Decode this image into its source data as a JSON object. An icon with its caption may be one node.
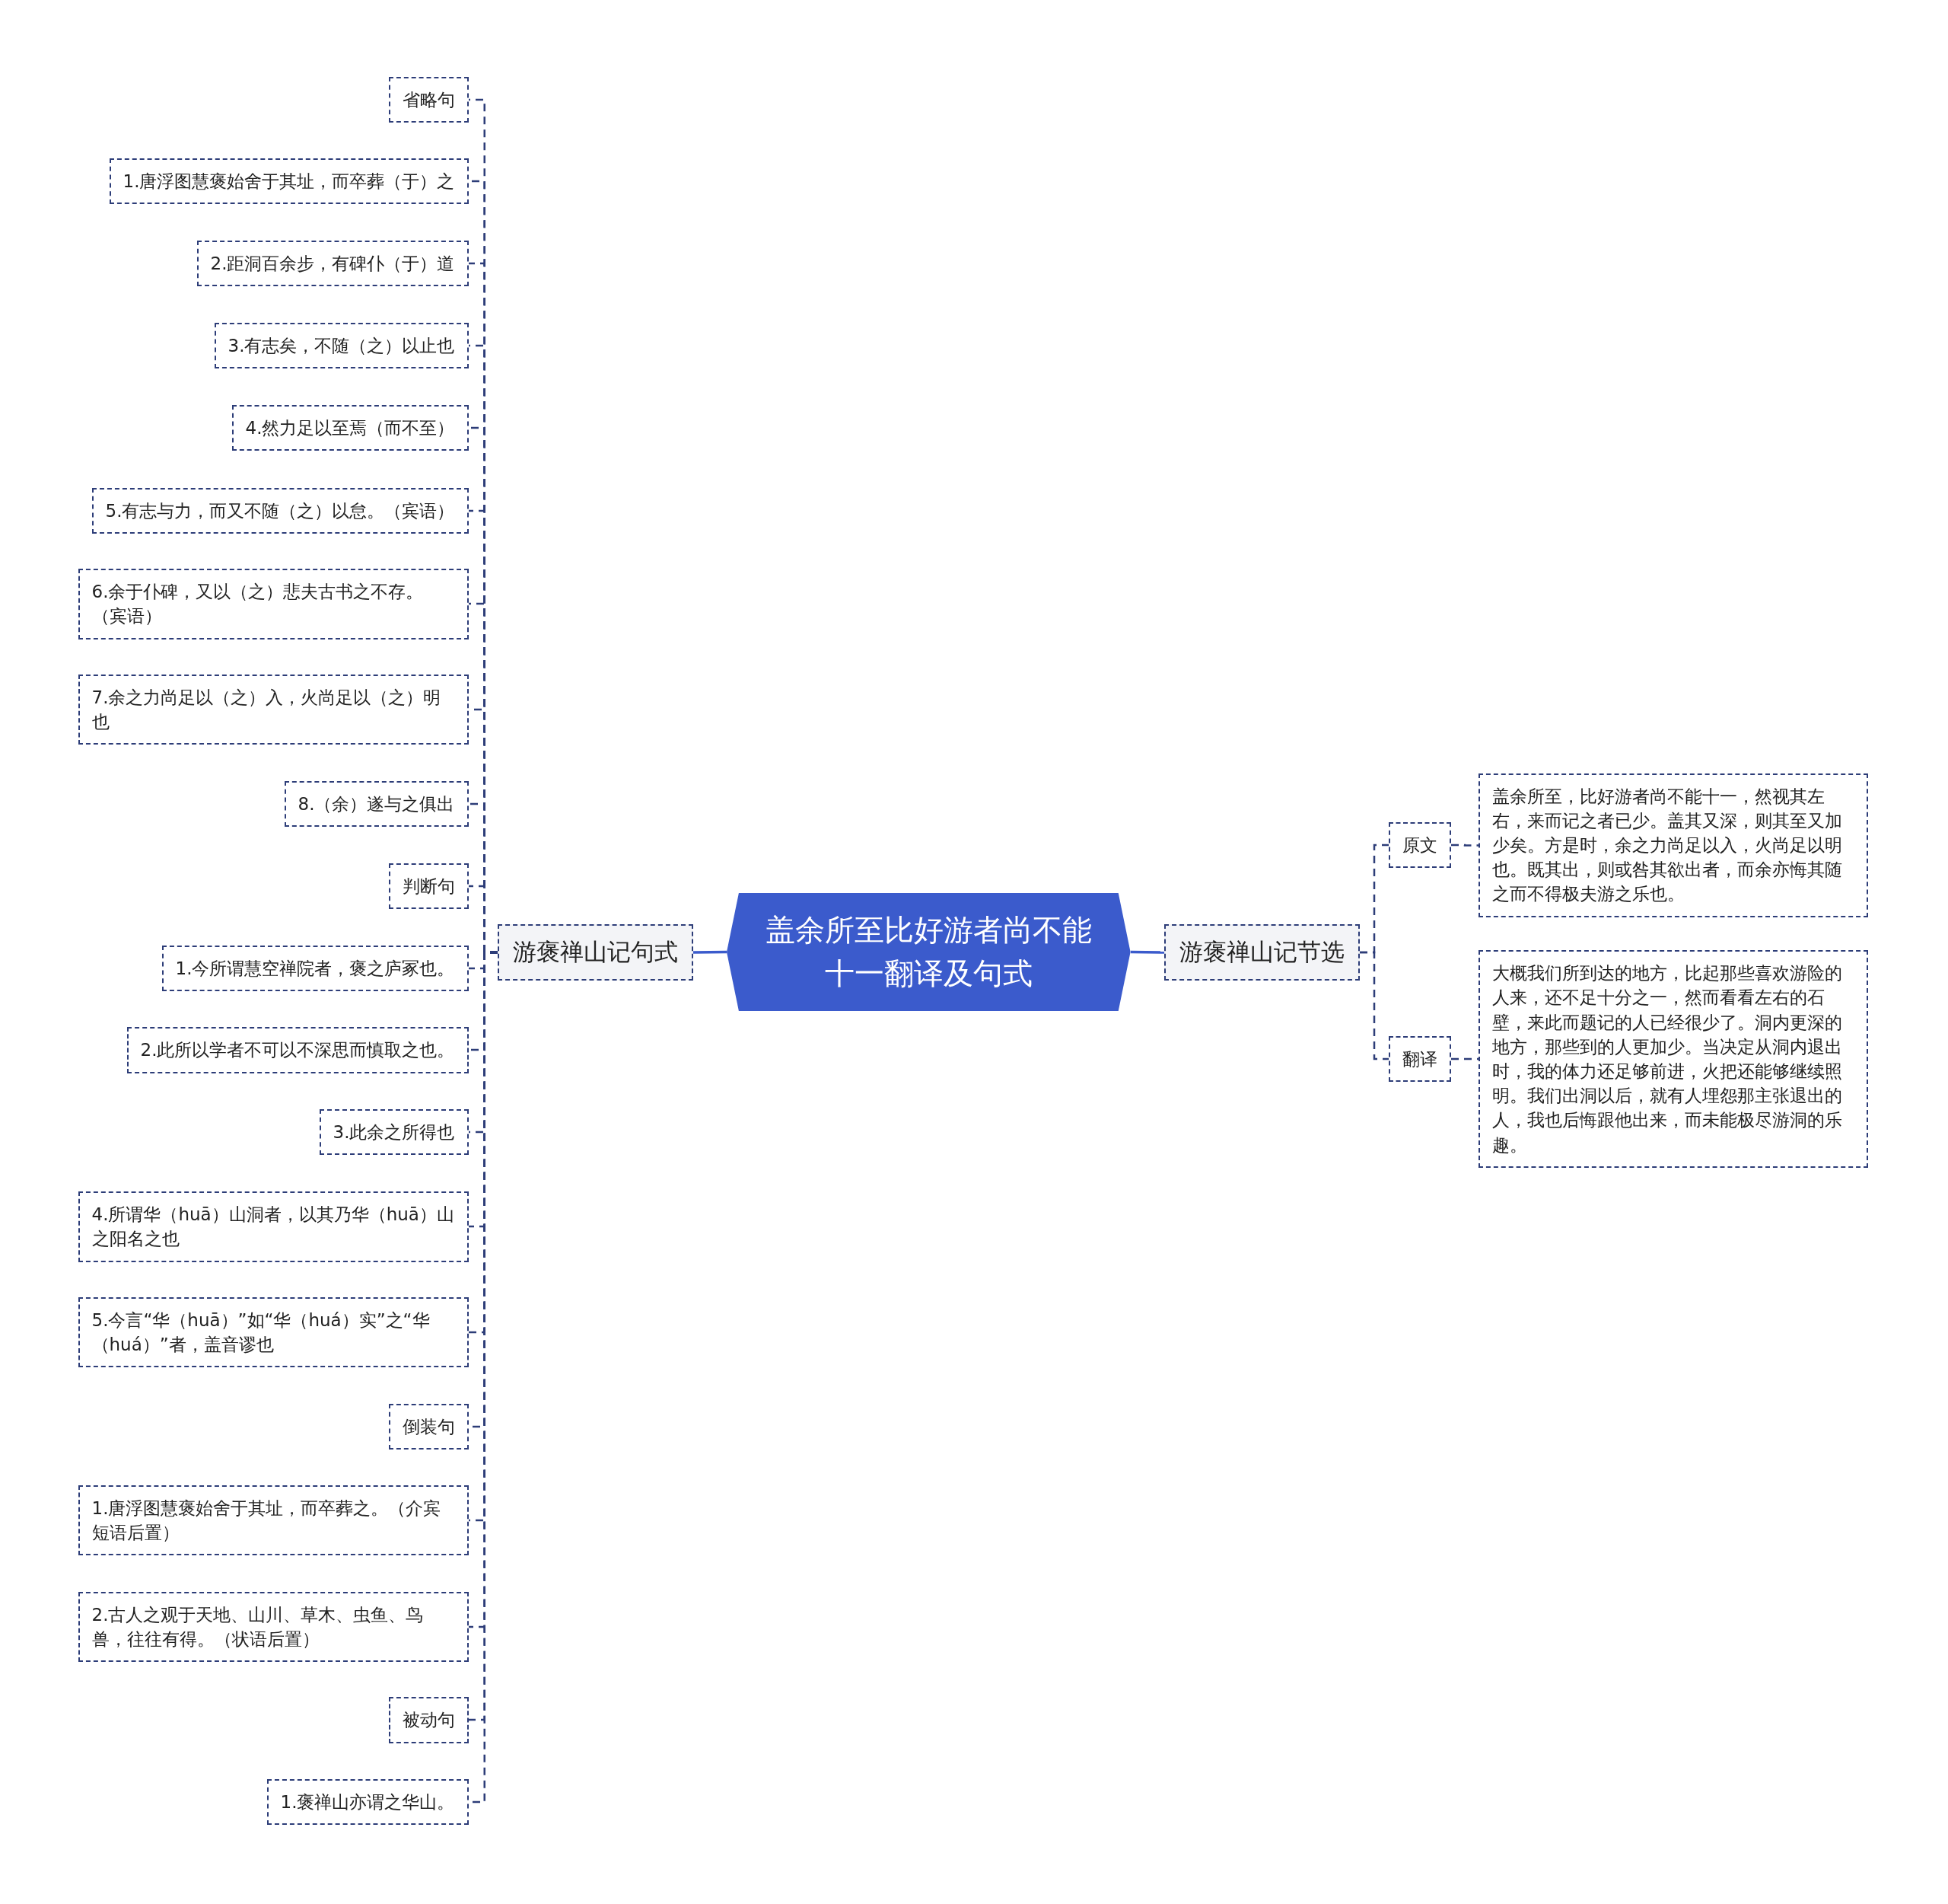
{
  "diagram": {
    "nodes": [
      {
        "text": [
          "盖余所至比好游者尚不能十一翻译及句式"
        ]
      },
      {
        "text": [
          "游褒禅山记句式"
        ]
      },
      {
        "text": [
          "游褒禅山记节选"
        ]
      },
      {
        "text": [
          "原文"
        ]
      },
      {
        "text": [
          "盖余所至，比好游者尚不能十一，然视其左右，来而记之者已少。盖其又深，则其至又加少矣。方是时，余之力尚足以入，火尚足以明也。既其出，则或咎其欲出者，而余亦悔其随之而不得极夫游之乐也。"
        ]
      },
      {
        "text": [
          "翻译"
        ]
      },
      {
        "text": [
          "大概我们所到达的地方，比起那些喜欢游险的人来，还不足十分之一，然而看看左右的石壁，来此而题记的人已经很少了。洞内更深的地方，那些到的人更加少。当决定从洞内退出时，我的体力还足够前进，火把还能够继续照明。我们出洞以后，就有人埋怨那主张退出的人，我也后悔跟他出来，而未能极尽游洞的乐趣。"
        ]
      },
      {
        "text": [
          "省略句"
        ]
      },
      {
        "text": [
          "1.唐浮图慧褒始舍于其址，而卒葬（于）之"
        ]
      },
      {
        "text": [
          "2.距洞百余步，有碑仆（于）道"
        ]
      },
      {
        "text": [
          "3.有志矣，不随（之）以止也"
        ]
      },
      {
        "text": [
          "4.然力足以至焉（而不至）"
        ]
      },
      {
        "text": [
          "5.有志与力，而又不随（之）以怠。（宾语）"
        ]
      },
      {
        "text": [
          "6.余于仆碑，又以（之）悲夫古书之不存。（宾语）"
        ]
      },
      {
        "text": [
          "7.余之力尚足以（之）入，火尚足以（之）明也"
        ]
      },
      {
        "text": [
          "8.（余）遂与之俱出"
        ]
      },
      {
        "text": [
          "判断句"
        ]
      },
      {
        "text": [
          "1.今所谓慧空禅院者，褒之庐冢也。"
        ]
      },
      {
        "text": [
          "2.此所以学者不可以不深思而慎取之也。"
        ]
      },
      {
        "text": [
          "3.此余之所得也"
        ]
      },
      {
        "text": [
          "4.所谓华（huā）山洞者，以其乃华（huā）山之阳名之也"
        ]
      },
      {
        "text": [
          "5.今言“华（huā）”如“华（huá）实”之“华（huá）”者，盖音谬也"
        ]
      },
      {
        "text": [
          "倒装句"
        ]
      },
      {
        "text": [
          "1.唐浮图慧褒始舍于其址，而卒葬之。（介宾短语后置）"
        ]
      },
      {
        "text": [
          "2.古人之观于天地、山川、草木、虫鱼、鸟兽，往往有得。（状语后置）"
        ]
      },
      {
        "text": [
          "被动句"
        ]
      },
      {
        "text": [
          "1.褒禅山亦谓之华山。"
        ]
      }
    ],
    "edges": [
      {
        "from": 0,
        "to": 1,
        "arrow": "none",
        "color": "#3b5bcc"
      },
      {
        "from": 0,
        "to": 2,
        "arrow": "none",
        "color": "#3b5bcc"
      },
      {
        "from": 2,
        "to": 3,
        "arrow": "none",
        "style": "dashed"
      },
      {
        "from": 3,
        "to": 4,
        "arrow": "none",
        "style": "dashed"
      },
      {
        "from": 2,
        "to": 5,
        "arrow": "none",
        "style": "dashed"
      },
      {
        "from": 5,
        "to": 6,
        "arrow": "none",
        "style": "dashed"
      },
      {
        "from": 1,
        "to": 7,
        "arrow": "none",
        "style": "dashed"
      },
      {
        "from": 1,
        "to": 8,
        "arrow": "none",
        "style": "dashed"
      },
      {
        "from": 1,
        "to": 9,
        "arrow": "none",
        "style": "dashed"
      },
      {
        "from": 1,
        "to": 10,
        "arrow": "none",
        "style": "dashed"
      },
      {
        "from": 1,
        "to": 11,
        "arrow": "none",
        "style": "dashed"
      },
      {
        "from": 1,
        "to": 12,
        "arrow": "none",
        "style": "dashed"
      },
      {
        "from": 1,
        "to": 13,
        "arrow": "none",
        "style": "dashed"
      },
      {
        "from": 1,
        "to": 14,
        "arrow": "none",
        "style": "dashed"
      },
      {
        "from": 1,
        "to": 15,
        "arrow": "none",
        "style": "dashed"
      },
      {
        "from": 1,
        "to": 16,
        "arrow": "none",
        "style": "dashed"
      },
      {
        "from": 1,
        "to": 17,
        "arrow": "none",
        "style": "dashed"
      },
      {
        "from": 1,
        "to": 18,
        "arrow": "none",
        "style": "dashed"
      },
      {
        "from": 1,
        "to": 19,
        "arrow": "none",
        "style": "dashed"
      },
      {
        "from": 1,
        "to": 20,
        "arrow": "none",
        "style": "dashed"
      },
      {
        "from": 1,
        "to": 21,
        "arrow": "none",
        "style": "dashed"
      },
      {
        "from": 1,
        "to": 22,
        "arrow": "none",
        "style": "dashed"
      },
      {
        "from": 1,
        "to": 23,
        "arrow": "none",
        "style": "dashed"
      },
      {
        "from": 1,
        "to": 24,
        "arrow": "none",
        "style": "dashed"
      },
      {
        "from": 1,
        "to": 25,
        "arrow": "none",
        "style": "dashed"
      },
      {
        "from": 1,
        "to": 26,
        "arrow": "none",
        "style": "dashed"
      }
    ]
  }
}
